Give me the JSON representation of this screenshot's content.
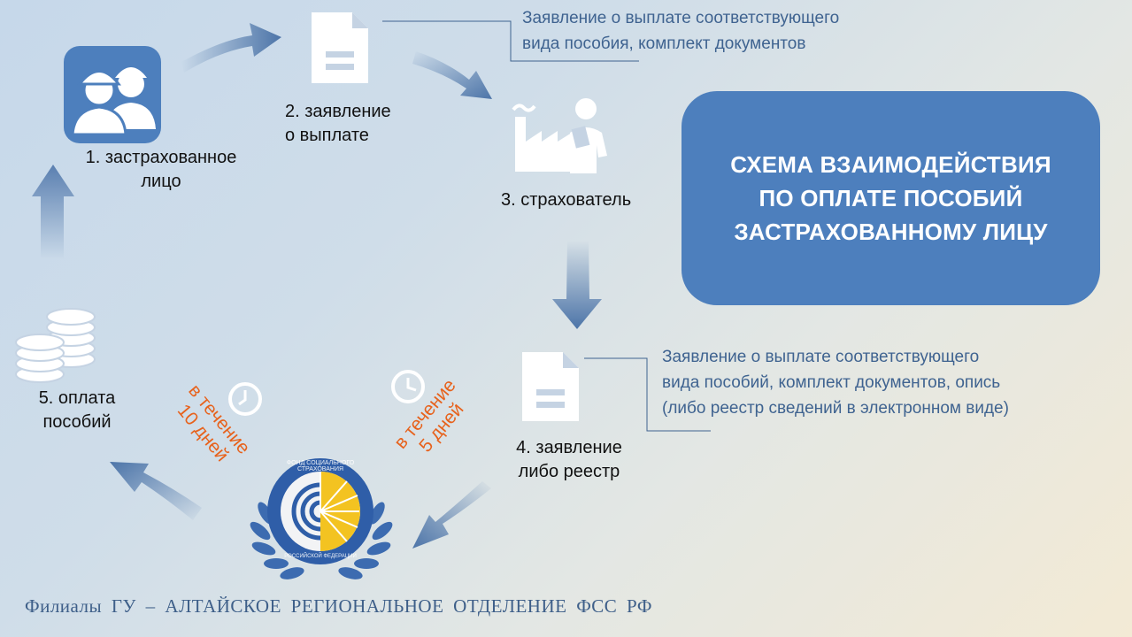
{
  "title": "СХЕМА ВЗАИМОДЕЙСТВИЯ ПО ОПЛАТЕ ПОСОБИЙ ЗАСТРАХОВАННОМУ ЛИЦУ",
  "title_lines": [
    "СХЕМА ВЗАИМОДЕЙСТВИЯ",
    "ПО ОПЛАТЕ ПОСОБИЙ",
    "ЗАСТРАХОВАННОМУ ЛИЦУ"
  ],
  "steps": [
    {
      "lines": [
        "1. застрахованное",
        "лицо"
      ],
      "icon": "insured-workers-icon"
    },
    {
      "lines": [
        "2. заявление",
        "о выплате"
      ],
      "icon": "document-icon"
    },
    {
      "lines": [
        "3. страхователь"
      ],
      "icon": "employer-factory-icon"
    },
    {
      "lines": [
        "4. заявление",
        "либо реестр"
      ],
      "icon": "document-icon"
    },
    {
      "lines": [
        "5. оплата",
        "пособий"
      ],
      "icon": "coins-icon"
    }
  ],
  "notes": {
    "step2": [
      "Заявление о выплате соответствующего",
      "вида пособия, комплект документов"
    ],
    "step4": [
      "Заявление о выплате соответствующего",
      "вида пособий, комплект документов, опись",
      "(либо реестр сведений в электронном виде)"
    ]
  },
  "deadlines": {
    "five_days": [
      "в течение",
      "5 дней"
    ],
    "ten_days": [
      "в течение",
      "10 дней"
    ]
  },
  "logo": {
    "ring_text_top": "ФОНД СОЦИАЛЬНОГО СТРАХОВАНИЯ",
    "ring_text_bottom": "РОССИЙСКОЙ ФЕДЕРАЦИИ"
  },
  "footer": "Филиалы ГУ – АЛТАЙСКОЕ РЕГИОНАЛЬНОЕ ОТДЕЛЕНИЕ ФСС РФ",
  "colors": {
    "title_box": "#4d7fbd",
    "deadline": "#e7621c",
    "note_text": "#3f6390",
    "arrow": "#4c74a8"
  }
}
